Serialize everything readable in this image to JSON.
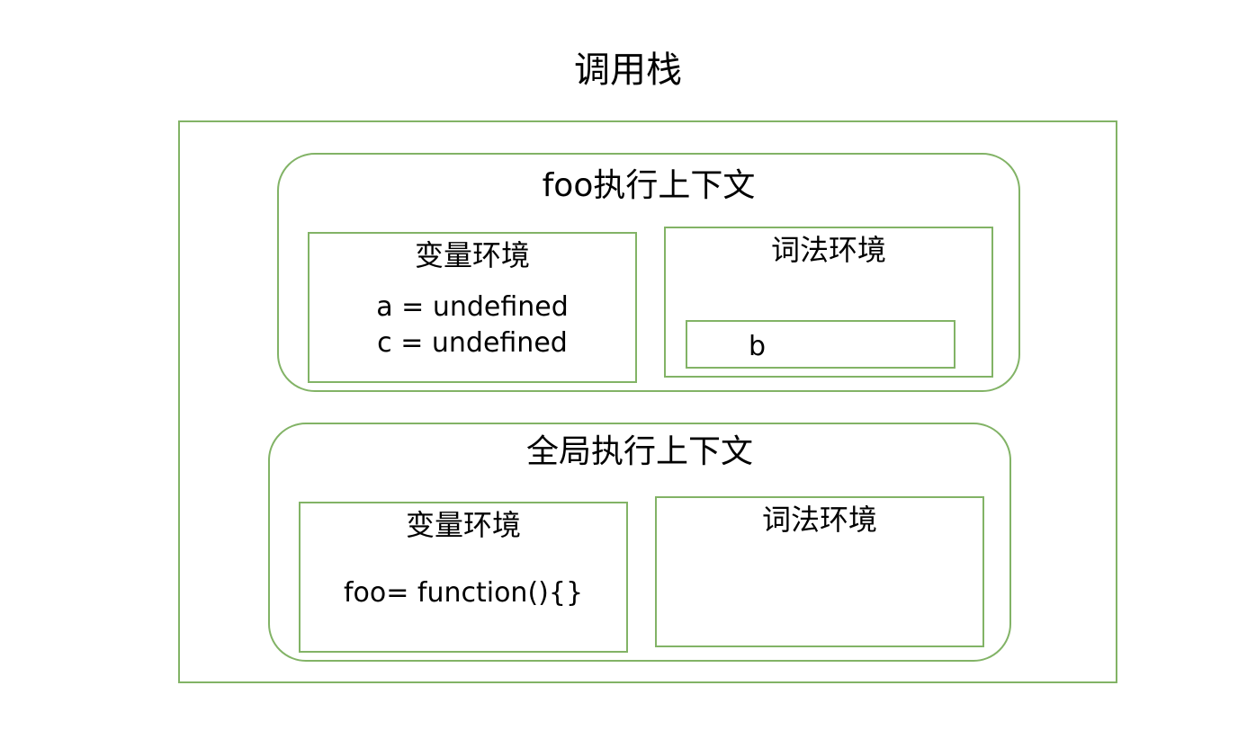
{
  "title": "调用栈",
  "colors": {
    "border": "#82b366",
    "background": "#ffffff",
    "text": "#000000"
  },
  "contexts": [
    {
      "label": "foo执行上下文",
      "variable_environment": {
        "label": "变量环境",
        "entries": [
          "a = undefined",
          "c = undefined"
        ]
      },
      "lexical_environment": {
        "label": "词法环境",
        "entries": [
          "b"
        ]
      }
    },
    {
      "label": "全局执行上下文",
      "variable_environment": {
        "label": "变量环境",
        "entries": [
          "foo= function(){}"
        ]
      },
      "lexical_environment": {
        "label": "词法环境",
        "entries": []
      }
    }
  ]
}
